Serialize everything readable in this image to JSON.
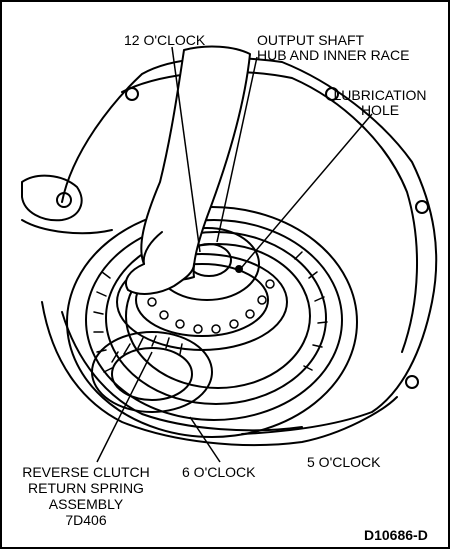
{
  "labels": {
    "twelve_oclock": "12 O'CLOCK",
    "output_shaft": [
      "OUTPUT SHAFT",
      "HUB AND INNER RACE"
    ],
    "lubrication_hole": [
      "LUBRICATION",
      "HOLE"
    ],
    "reverse_clutch": [
      "REVERSE CLUTCH",
      "RETURN SPRING",
      "ASSEMBLY",
      "7D406"
    ],
    "six_oclock": "6 O'CLOCK",
    "five_oclock": "5 O'CLOCK",
    "figure_id": "D10686-D"
  }
}
